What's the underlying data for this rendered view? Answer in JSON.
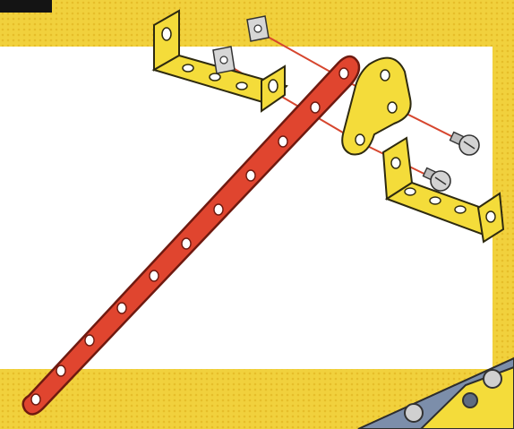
{
  "scene": {
    "kind": "meccano-style assembly illustration",
    "colors": {
      "frame_yellow": "#f2d23c",
      "frame_yellow_dark": "#e7bf22",
      "panel": "#ffffff",
      "strip_red": "#e0452f",
      "strip_red_edge": "#7a1c12",
      "bracket_yellow": "#f4dc3a",
      "bracket_edge": "#3a3210",
      "fastener_gray": "#c9c9c9",
      "guide_line": "#d6462e",
      "plate_blue": "#7c8eaa"
    },
    "parts": [
      {
        "name": "strip",
        "count": 1
      },
      {
        "name": "angle-bracket",
        "count": 3
      },
      {
        "name": "flanged-plate",
        "count": 1
      },
      {
        "name": "square-nut",
        "count": 2
      },
      {
        "name": "bolt",
        "count": 2
      }
    ]
  }
}
